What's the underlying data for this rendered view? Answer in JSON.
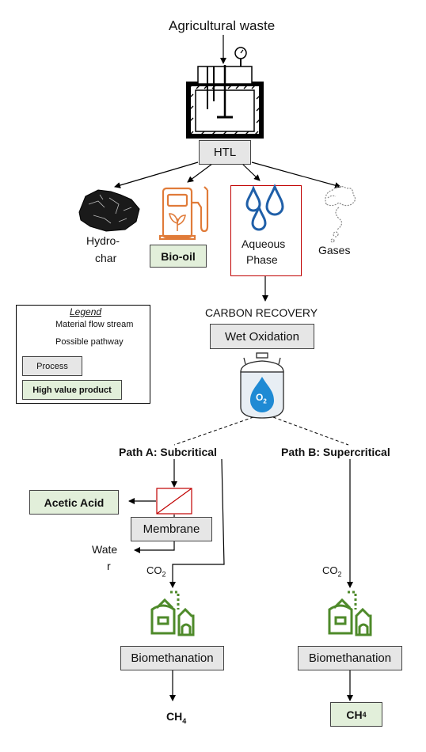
{
  "title": "Agricultural waste",
  "reactor": {
    "icon": "htl-reactor-icon"
  },
  "htl": "HTL",
  "products": {
    "hydrochar": [
      "Hydro-",
      "char"
    ],
    "biooil": "Bio-oil",
    "aqueous": [
      "Aqueous",
      "Phase"
    ],
    "gases": "Gases"
  },
  "carbon_recovery": "CARBON RECOVERY",
  "wet_oxidation": "Wet Oxidation",
  "o2": {
    "main": "O",
    "sub": "2"
  },
  "legend": {
    "title": "Legend",
    "material_flow": "Material flow stream",
    "possible_pathway": "Possible pathway",
    "process": "Process",
    "high_value": "High value product"
  },
  "path_a": "Path A: Subcritical",
  "path_b": "Path B: Supercritical",
  "acetic_acid": "Acetic Acid",
  "membrane": "Membrane",
  "water": [
    "Wate",
    "r"
  ],
  "co2": {
    "main": "CO",
    "sub": "2"
  },
  "biomethanation": "Biomethanation",
  "ch4": {
    "main": "CH",
    "sub": "4"
  },
  "colors": {
    "process_fill": "#e6e6e6",
    "high_value_fill": "#e2efda",
    "aqueous_border": "#c00000",
    "water_drop": "#1f5fa8",
    "biooil_icon": "#e07b39",
    "bio_icon": "#4e8a2a",
    "o2_drop": "#1f8ad4"
  }
}
